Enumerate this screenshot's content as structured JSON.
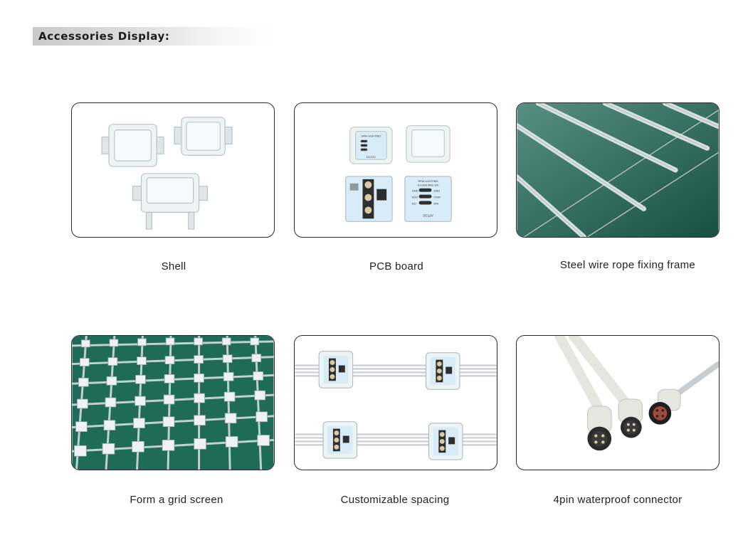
{
  "section": {
    "title": "Accessories Display:"
  },
  "items": [
    {
      "caption": "Shell"
    },
    {
      "caption": "PCB board"
    },
    {
      "caption": "Steel wire rope fixing frame"
    },
    {
      "caption": "Form a grid screen"
    },
    {
      "caption": "Customizable spacing"
    },
    {
      "caption": "4pin waterproof connector"
    }
  ],
  "pcb_labels": {
    "brand": "SPM LIGHTING",
    "model": "SJ-1818-5603-12V",
    "gnd": "GND",
    "fdo": "FDO",
    "do": "DO",
    "fdin": "FDIN",
    "din": "DIN",
    "voltage": "DC12V"
  },
  "colors": {
    "green_board": "#1f6b5a",
    "pcb_blue": "#d8ecf7",
    "pcb_dark": "#2e2e2e",
    "gold_led": "#d8c9a0",
    "connector_white": "#e6e6e0"
  }
}
